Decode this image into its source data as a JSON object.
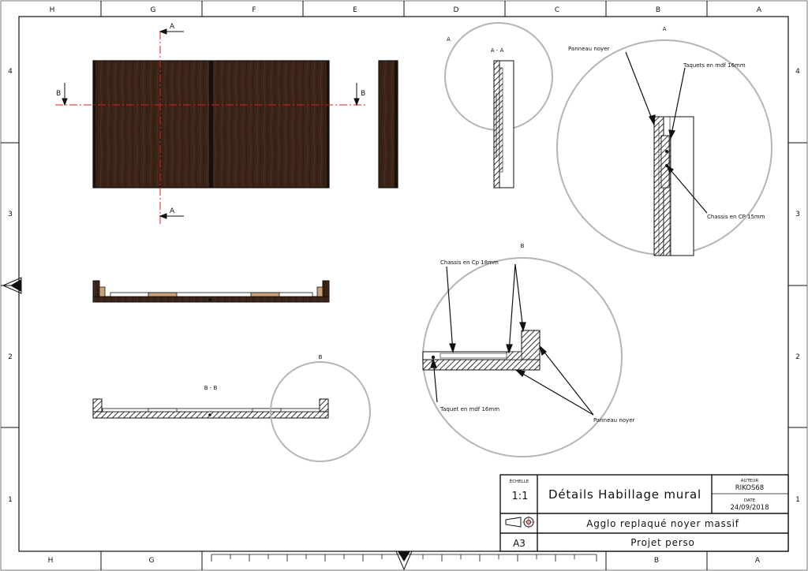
{
  "border": {
    "columns_top": [
      "H",
      "G",
      "F",
      "E",
      "D",
      "C",
      "B",
      "A"
    ],
    "columns_bottom": [
      "H",
      "G",
      "B",
      "A"
    ],
    "rows_left": [
      "4",
      "3",
      "2",
      "1"
    ],
    "rows_right": [
      "4",
      "3",
      "2",
      "1"
    ]
  },
  "views": {
    "section_marker_a": "A",
    "section_marker_b": "B",
    "section_aa_label": "A - A",
    "section_bb_label": "B - B",
    "detail_a_label": "A",
    "detail_b_label": "B"
  },
  "annotations": {
    "detail_a_small_label": "A",
    "detail_b_small_label": "B",
    "panneau_noyer_a": "Panneau noyer",
    "taquets_mdf": "Taquets en mdf 16mm",
    "chassis_cp_15": "Chassis en CP 15mm",
    "chassis_cp_18": "Chassis en Cp 18mm",
    "taquet_mdf": "Taquet en mdf 16mm",
    "panneau_noyer_b": "Panneau noyer"
  },
  "title_block": {
    "scale_label": "ÉCHELLE",
    "scale_value": "1:1",
    "title": "Détails Habillage mural",
    "author_label": "AUTEUR",
    "author_value": "RIKOS68",
    "date_label": "DATE",
    "date_value": "24/09/2018",
    "material": "Agglo replaqué noyer massif",
    "paper_format": "A3",
    "project": "Projet perso"
  },
  "colors": {
    "wood": "#3a2418",
    "wood_dark": "#1a0f09",
    "section_line": "#d62020",
    "detail_circle": "#b5b5b5",
    "fitting": "#c9a27a"
  }
}
